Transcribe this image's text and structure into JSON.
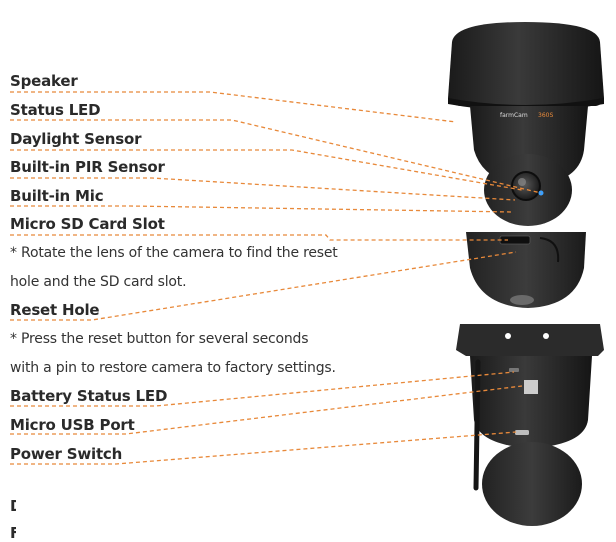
{
  "labels": [
    {
      "id": "speaker",
      "text": "Speaker"
    },
    {
      "id": "status-led",
      "text": "Status LED"
    },
    {
      "id": "daylight-sensor",
      "text": "Daylight Sensor"
    },
    {
      "id": "pir-sensor",
      "text": "Built-in PIR Sensor"
    },
    {
      "id": "mic",
      "text": "Built-in Mic"
    },
    {
      "id": "sd-slot",
      "text": "Micro SD Card Slot"
    },
    {
      "id": "reset-hole",
      "text": "Reset Hole"
    },
    {
      "id": "battery-led",
      "text": "Battery Status LED"
    },
    {
      "id": "usb-port",
      "text": "Micro USB Port"
    },
    {
      "id": "power-switch",
      "text": "Power Switch"
    }
  ],
  "notes": {
    "sd_note_line1": "* Rotate the lens of the camera to find the reset",
    "sd_note_line2": "hole and the SD card slot.",
    "reset_note_line1": " * Press the reset button for several seconds",
    "reset_note_line2": "with a pin to restore camera to factory settings."
  },
  "brand": {
    "name": "farmCam",
    "model": "360S"
  },
  "truncated": {
    "line1": "D",
    "line2": "F"
  },
  "colors": {
    "leader_line": "#e8893a",
    "camera_body": "#262626",
    "brand_accent": "#e8893a",
    "led_blue": "#3aa0ff"
  }
}
